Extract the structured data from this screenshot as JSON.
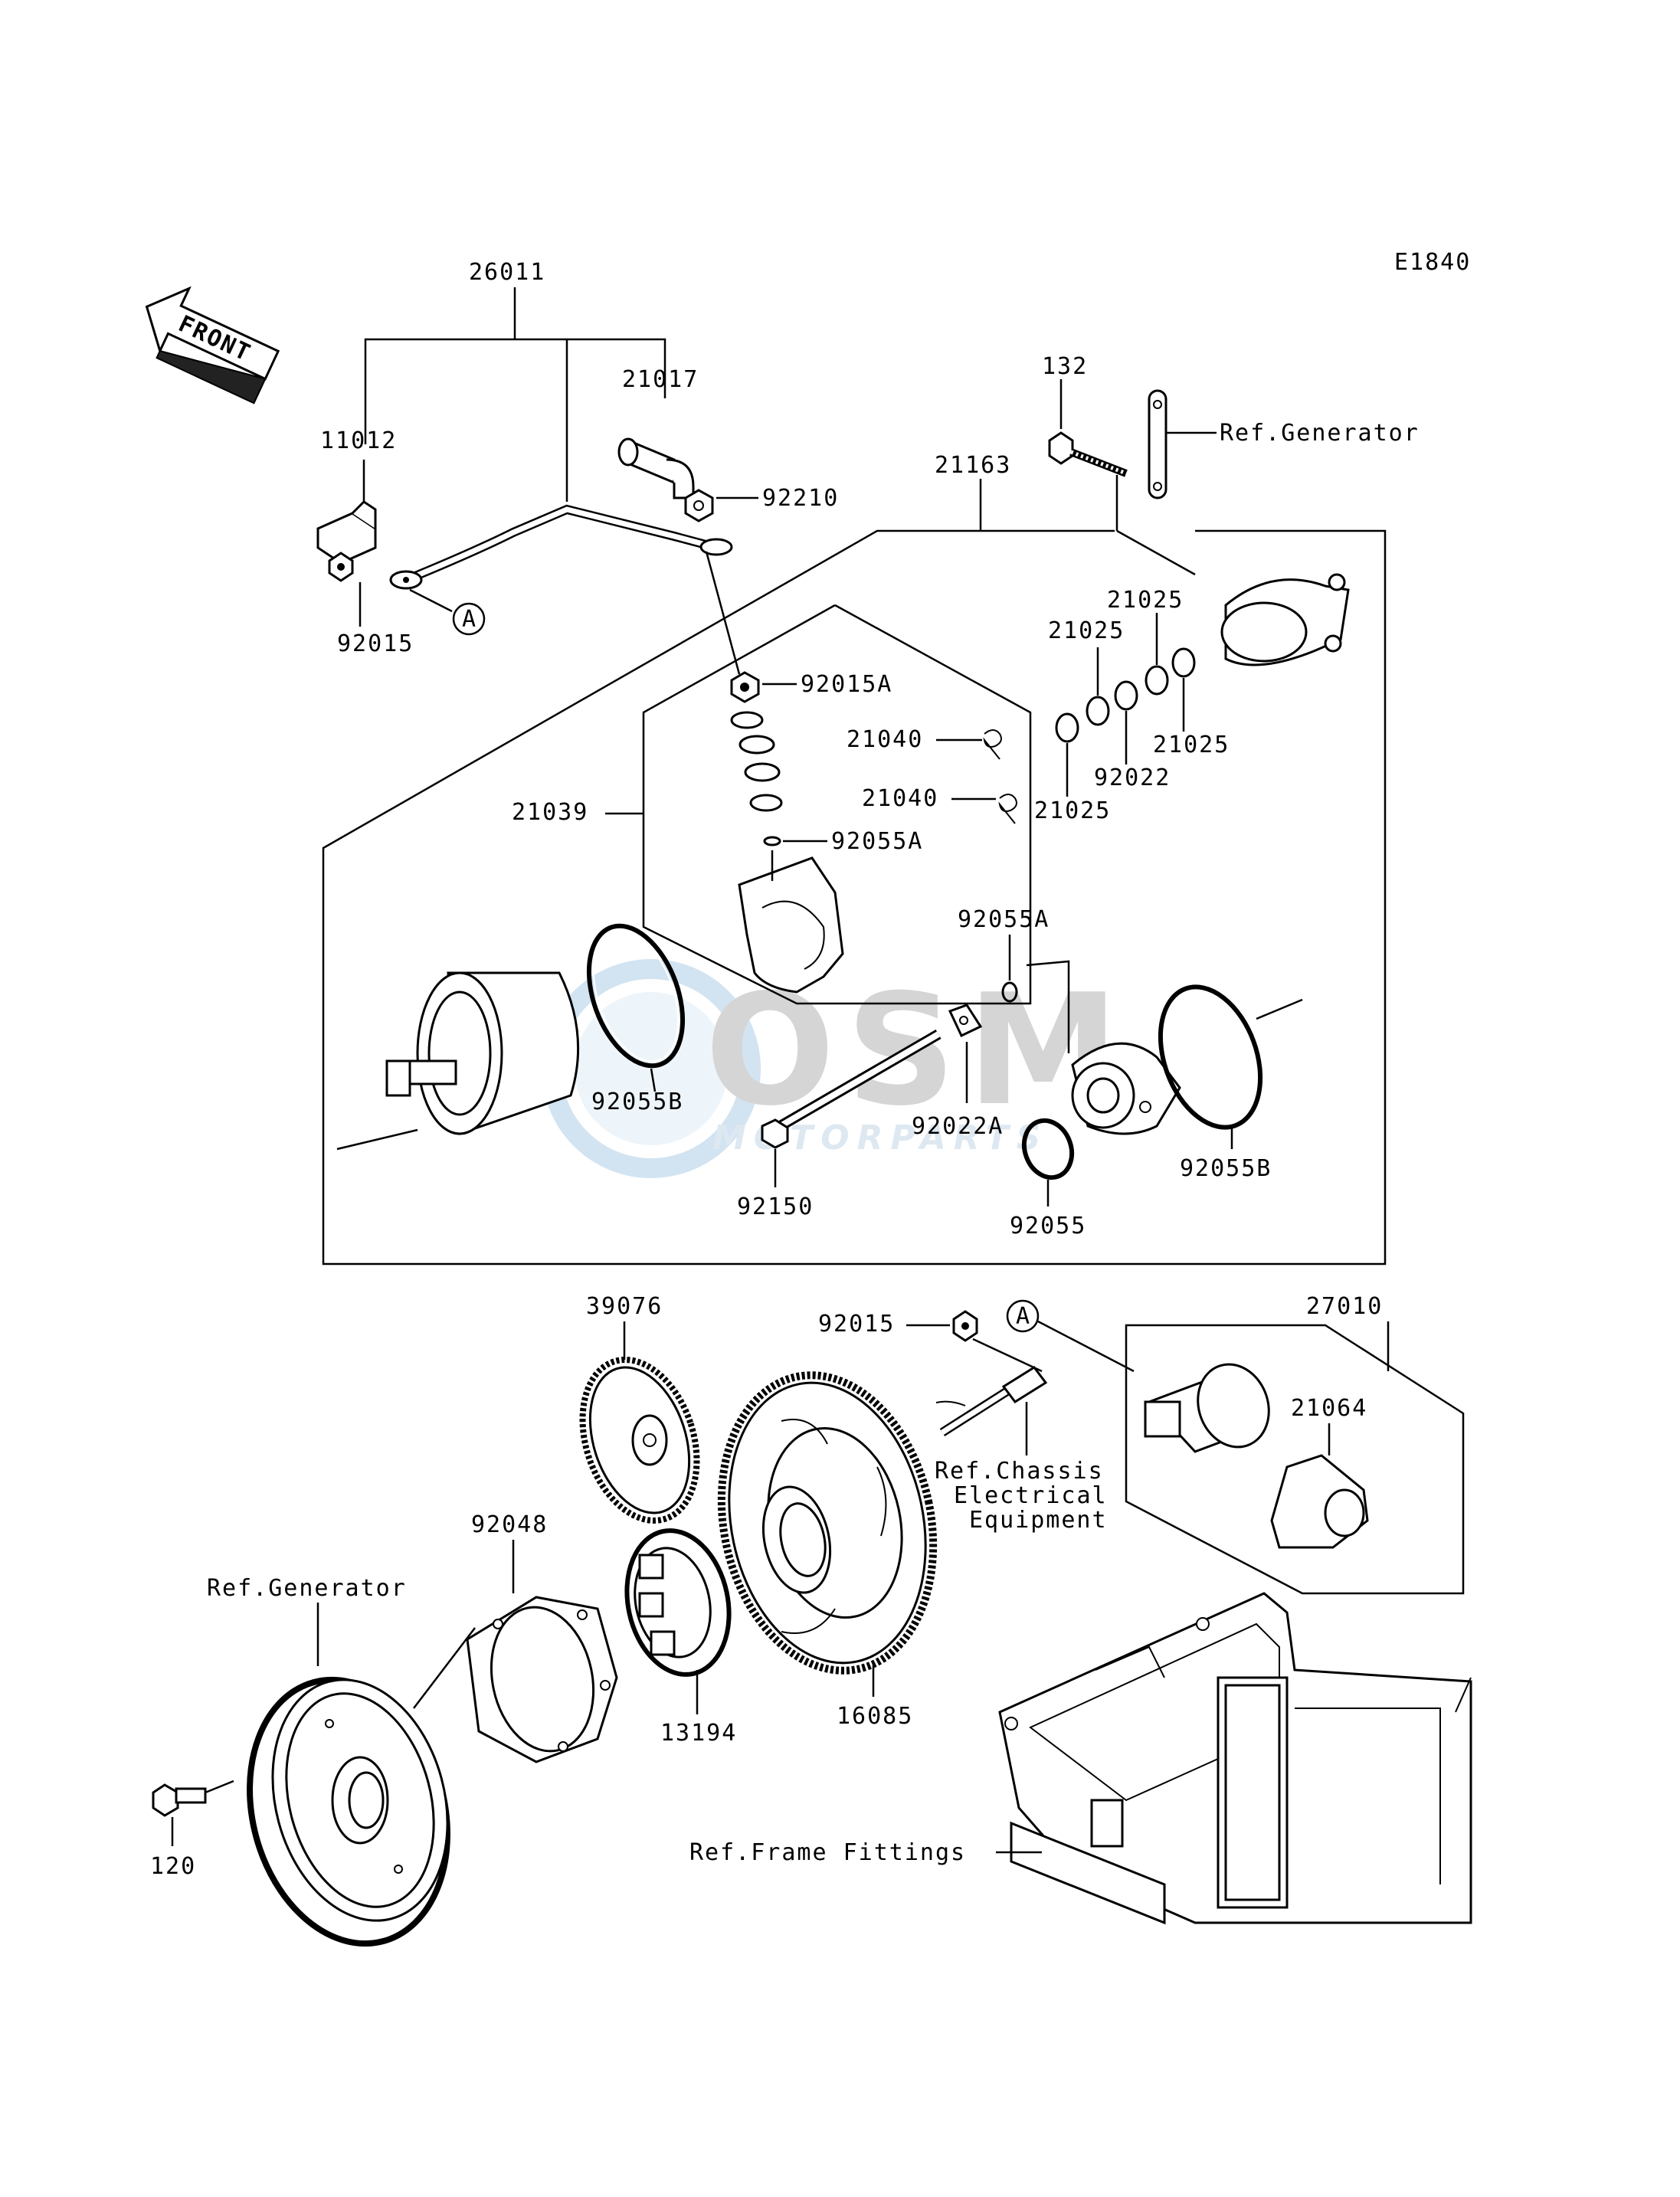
{
  "diagram": {
    "code": "E1840",
    "front_label": "FRONT",
    "marker": "A",
    "callouts": {
      "p26011": "26011",
      "p11012": "11012",
      "p21017": "21017",
      "p92210": "92210",
      "p92015_top": "92015",
      "p132": "132",
      "ref_generator_top": "Ref.Generator",
      "p21163": "21163",
      "p21025_a": "21025",
      "p21025_b": "21025",
      "p21025_c": "21025",
      "p21025_d": "21025",
      "p92022": "92022",
      "p92015a": "92015A",
      "p21040_a": "21040",
      "p21040_b": "21040",
      "p21039": "21039",
      "p92055a_a": "92055A",
      "p92055a_b": "92055A",
      "p92055b_a": "92055B",
      "p92022a": "92022A",
      "p92055b_b": "92055B",
      "p92150": "92150",
      "p92055": "92055",
      "p39076": "39076",
      "p92015_bottom": "92015",
      "p27010": "27010",
      "p21064": "21064",
      "ref_chassis_1": "Ref.Chassis",
      "ref_chassis_2": "Electrical",
      "ref_chassis_3": "Equipment",
      "p92048": "92048",
      "ref_generator_bottom": "Ref.Generator",
      "p13194": "13194",
      "p16085": "16085",
      "p120": "120",
      "ref_frame": "Ref.Frame Fittings"
    }
  },
  "watermark": {
    "brand": "OSM",
    "tagline": "MOTORPARTS"
  }
}
